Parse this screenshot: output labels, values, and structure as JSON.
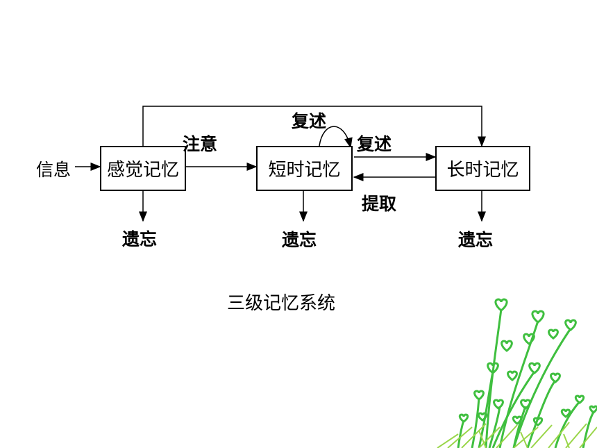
{
  "diagram": {
    "input_label": "信息",
    "boxes": {
      "sensory": "感觉记忆",
      "short_term": "短时记忆",
      "long_term": "长时记忆"
    },
    "edge_labels": {
      "attention": "注意",
      "rehearsal_loop": "复述",
      "rehearsal": "复述",
      "retrieval": "提取"
    },
    "forget_labels": [
      "遗忘",
      "遗忘",
      "遗忘"
    ]
  },
  "caption": "三级记忆系统",
  "colors": {
    "stroke": "#000000",
    "decor_green": "#3fbf3f",
    "grass": "#9ad64a"
  }
}
